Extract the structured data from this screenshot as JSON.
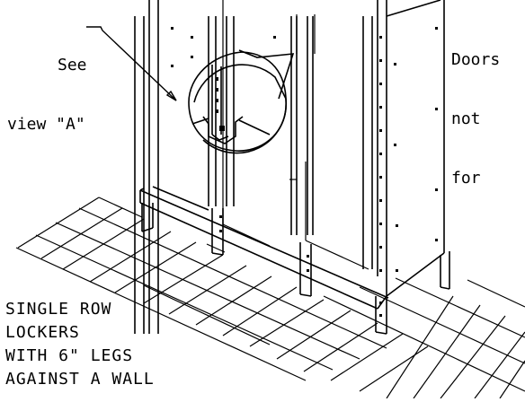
{
  "callout_view": {
    "line1": "See",
    "line2": "view \"A\""
  },
  "callout_doors": {
    "line1": "Doors",
    "line2": "not",
    "line3": "for"
  },
  "caption": {
    "line1": "SINGLE ROW",
    "line2": "LOCKERS",
    "line3": "WITH 6\" LEGS",
    "line4": "AGAINST A WALL"
  },
  "colors": {
    "ink": "#000000",
    "paper": "#ffffff"
  }
}
